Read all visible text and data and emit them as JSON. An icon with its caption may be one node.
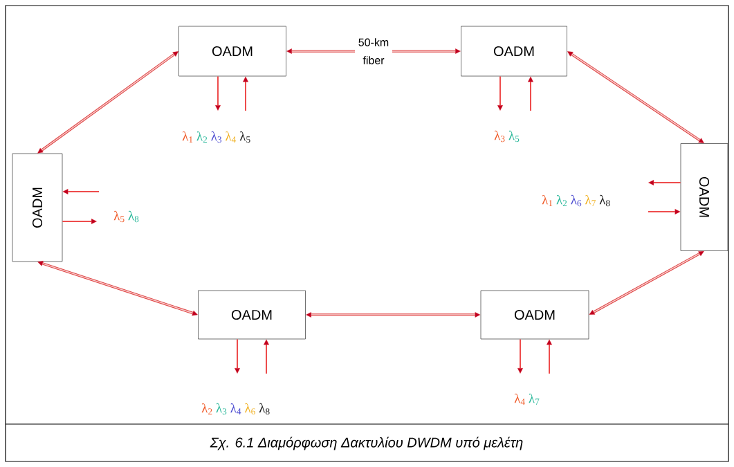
{
  "diagram": {
    "caption": "Σχ. 6.1 Διαμόρφωση Δακτυλίου DWDM υπό μελέτη",
    "nodes": [
      {
        "text": [
          "OADM"
        ],
        "beside": [
          "λ$_{1}$",
          "λ$_{2}$",
          "λ$_{3}$",
          "λ$_{4}$",
          "λ$_{5}$"
        ]
      },
      {
        "text": [
          "OADM"
        ],
        "beside": [
          "λ$_{3}$",
          "λ$_{5}$"
        ]
      },
      {
        "text": [
          "OADM"
        ],
        "beside": [
          "λ$_{5}$",
          "λ$_{8}$"
        ]
      },
      {
        "text": [
          "OADM"
        ],
        "beside": [
          "λ$_{1}$",
          "λ$_{2}$",
          "λ$_{6}$",
          "λ$_{7}$",
          "λ$_{8}$"
        ]
      },
      {
        "text": [
          "OADM"
        ],
        "beside": [
          "λ$_{2}$",
          "λ$_{3}$",
          "λ$_{4}$",
          "λ$_{6}$",
          "λ$_{8}$"
        ]
      },
      {
        "text": [
          "OADM"
        ],
        "beside": [
          "λ$_{4}$",
          "λ$_{7}$"
        ]
      }
    ],
    "edges": [
      {
        "from": 2,
        "to": 0,
        "arrow": "both",
        "style": "thick"
      },
      {
        "from": 0,
        "to": 1,
        "arrow": "both",
        "style": "thick",
        "label": "50-km fiber"
      },
      {
        "from": 1,
        "to": 3,
        "arrow": "both",
        "style": "thick"
      },
      {
        "from": 3,
        "to": 5,
        "arrow": "both",
        "style": "thick"
      },
      {
        "from": 4,
        "to": 5,
        "arrow": "both",
        "style": "thick"
      },
      {
        "from": 2,
        "to": 4,
        "arrow": "both",
        "style": "thick"
      },
      {
        "from": 0,
        "to": null,
        "arrow": "to"
      },
      {
        "from": null,
        "to": 0,
        "arrow": "to"
      },
      {
        "from": 1,
        "to": null,
        "arrow": "to"
      },
      {
        "from": null,
        "to": 1,
        "arrow": "to"
      },
      {
        "from": 2,
        "to": null,
        "arrow": "to"
      },
      {
        "from": null,
        "to": 2,
        "arrow": "to"
      },
      {
        "from": 3,
        "to": null,
        "arrow": "to"
      },
      {
        "from": null,
        "to": 3,
        "arrow": "to"
      },
      {
        "from": 4,
        "to": null,
        "arrow": "to"
      },
      {
        "from": null,
        "to": 4,
        "arrow": "to"
      },
      {
        "from": 5,
        "to": null,
        "arrow": "to"
      },
      {
        "from": null,
        "to": 5,
        "arrow": "to"
      }
    ]
  }
}
